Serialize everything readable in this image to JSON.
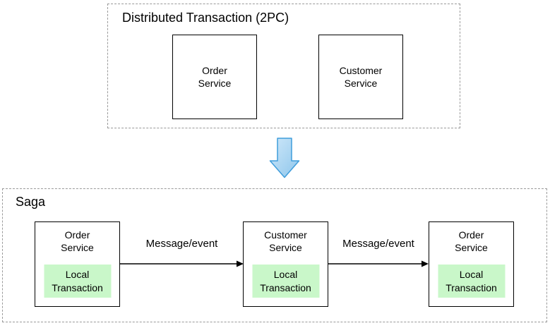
{
  "top_section": {
    "title": "Distributed Transaction (2PC)",
    "boxes": [
      {
        "label": "Order\nService"
      },
      {
        "label": "Customer\nService"
      }
    ]
  },
  "transform_icon": "block-arrow-down",
  "saga_section": {
    "title": "Saga",
    "boxes": [
      {
        "label": "Order\nService",
        "sub_label": "Local\nTransaction"
      },
      {
        "label": "Customer\nService",
        "sub_label": "Local\nTransaction"
      },
      {
        "label": "Order\nService",
        "sub_label": "Local\nTransaction"
      }
    ],
    "arrows": [
      {
        "label": "Message/event"
      },
      {
        "label": "Message/event"
      }
    ]
  },
  "colors": {
    "dashed_border": "#9a9a9a",
    "node_border": "#000000",
    "local_transaction_bg": "#c9f7c9",
    "block_arrow_fill_light": "#cfe8f9",
    "block_arrow_fill_dark": "#8ec6ec",
    "block_arrow_stroke": "#3f9ddb",
    "connector_color": "#000000"
  }
}
